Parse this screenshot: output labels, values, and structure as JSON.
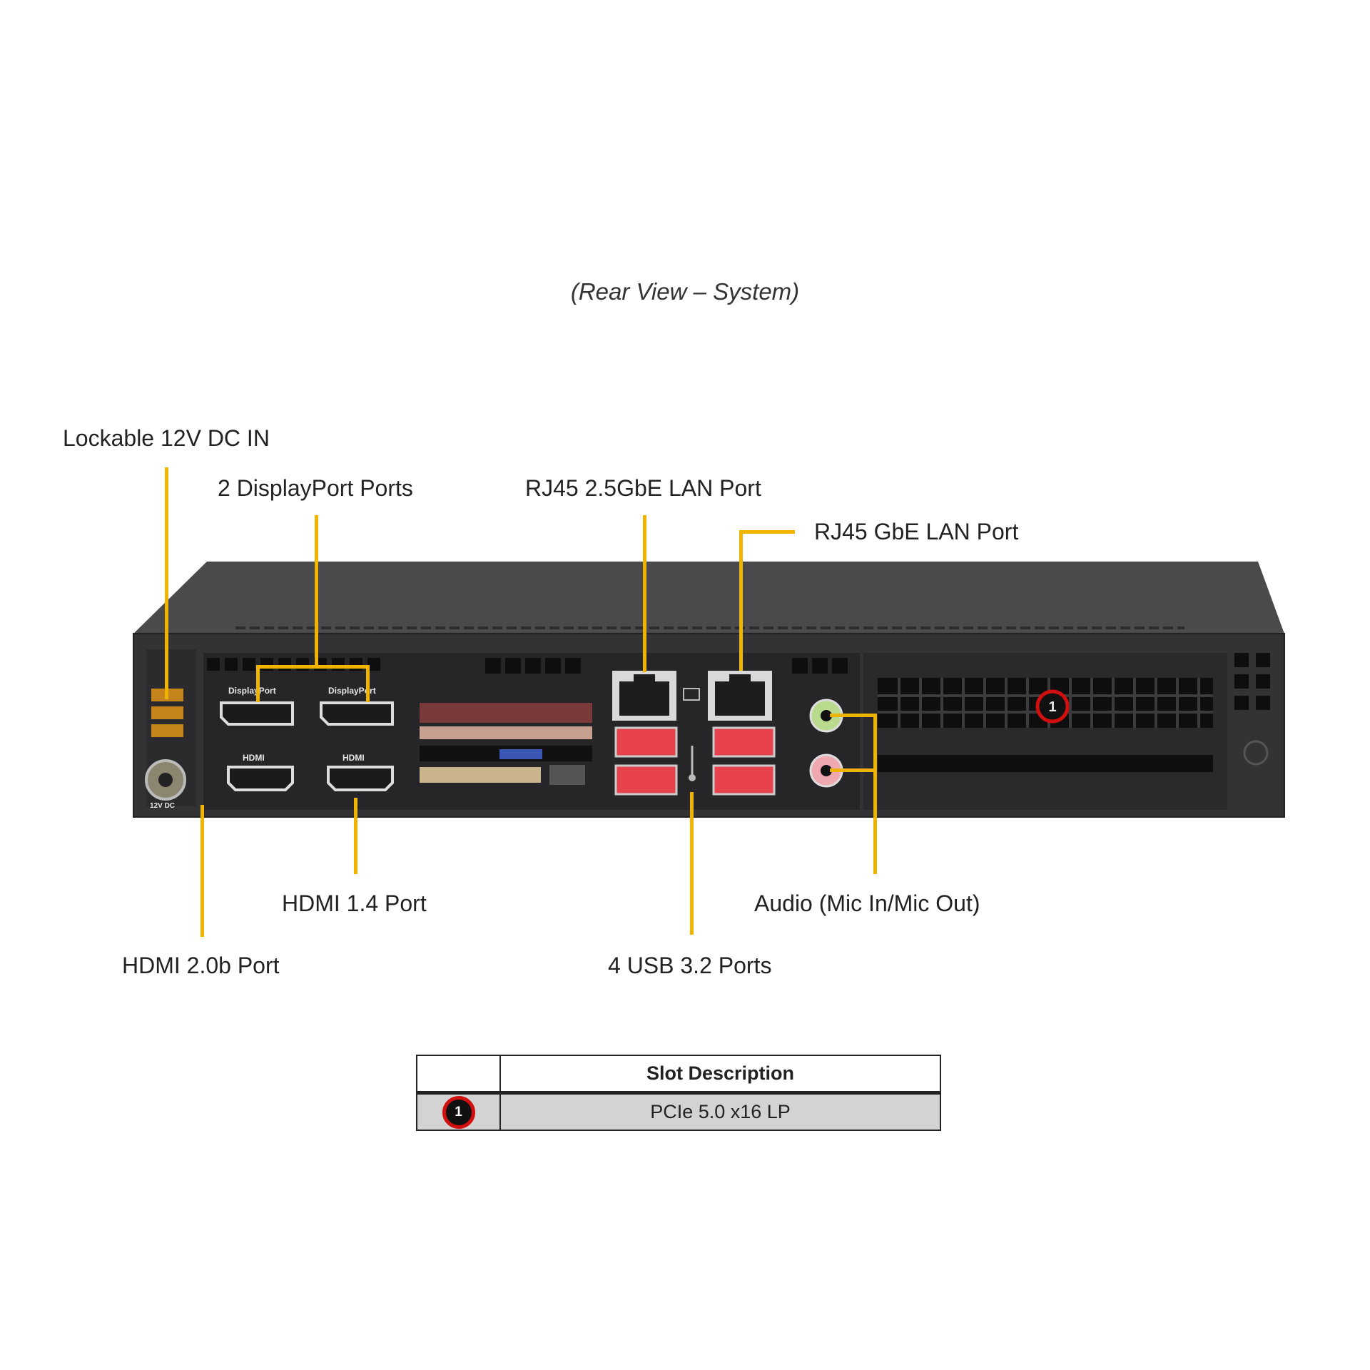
{
  "caption": "(Rear View – System)",
  "callouts": {
    "dc_in": "Lockable 12V DC IN",
    "displayport": "2 DisplayPort Ports",
    "lan_25": "RJ45 2.5GbE LAN Port",
    "lan_gbe": "RJ45 GbE LAN Port",
    "hdmi_14": "HDMI 1.4 Port",
    "audio": "Audio (Mic In/Mic  Out)",
    "hdmi_20": "HDMI 2.0b Port",
    "usb": "4 USB 3.2 Ports"
  },
  "panel_labels": {
    "dp": "DisplayPort",
    "hdmi": "HDMI",
    "dc": "12V DC"
  },
  "badge_number": "1",
  "table": {
    "header": "Slot Description",
    "rows": [
      {
        "badge": "1",
        "description": "PCIe 5.0 x16 LP"
      }
    ]
  },
  "colors": {
    "callout_line": "#f0b400",
    "chassis": "#3b3b3d",
    "badge_ring": "#d10f0f",
    "usb": "#e8424d"
  }
}
